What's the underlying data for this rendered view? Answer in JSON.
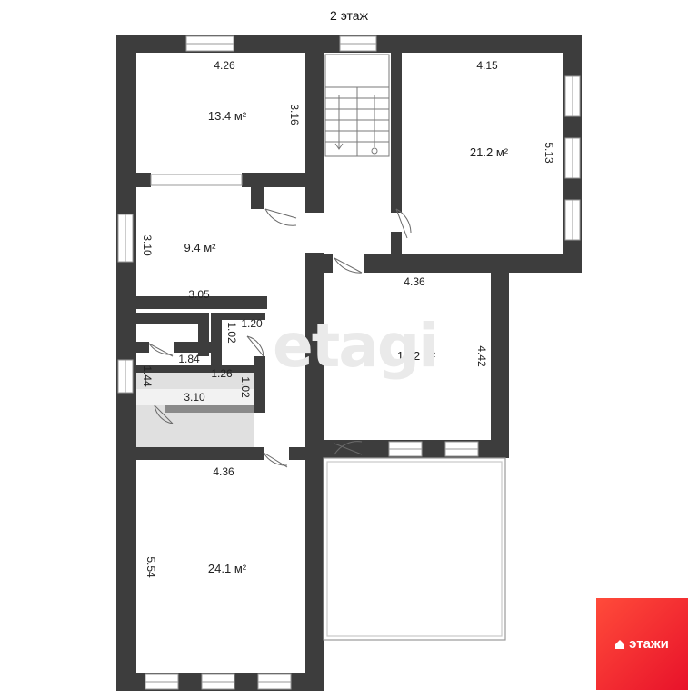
{
  "plan": {
    "floor_title": "2 этаж",
    "watermark": "etagi",
    "brand_logo": "этажи",
    "rooms": [
      {
        "area": "13.4 м²",
        "width": "4.26",
        "height": "3.16"
      },
      {
        "area": "9.4 м²",
        "width": "3.05",
        "height": "3.10"
      },
      {
        "area": "21.2 м²",
        "width": "4.15",
        "height": "5.13"
      },
      {
        "area": "19.2 м²",
        "width": "4.36",
        "height": "4.42"
      },
      {
        "area": "24.1 м²",
        "width": "4.36",
        "height": "5.54"
      }
    ],
    "small_dims": {
      "closet_w": "1.20",
      "closet_h": "1.02",
      "wc_w": "1.84",
      "wc_h": "1.44",
      "hall_w": "1.26",
      "hall_h": "1.02",
      "bath_w": "3.10"
    }
  }
}
